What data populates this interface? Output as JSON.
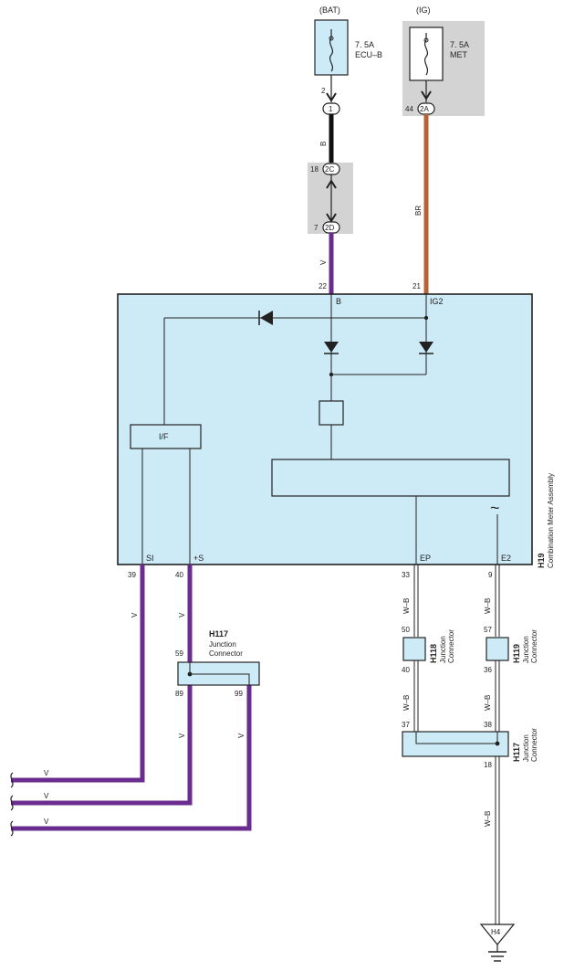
{
  "power": {
    "bat_label": "(BAT)",
    "ig_label": "(IG)",
    "fuse1_rating": "7. 5A",
    "fuse1_name": "ECU–B",
    "fuse2_rating": "7. 5A",
    "fuse2_name": "MET"
  },
  "pins": {
    "p2": "2",
    "p1": "1",
    "p18": "18",
    "c2C": "2C",
    "p7": "7",
    "c2D": "2D",
    "p44": "44",
    "c2A": "2A",
    "p22": "22",
    "p21": "21",
    "p39": "39",
    "p40": "40",
    "p33": "33",
    "p9": "9",
    "p50": "50",
    "p40b": "40",
    "p57": "57",
    "p36": "36",
    "p59": "59",
    "p89": "89",
    "p99": "99",
    "p37": "37",
    "p38": "38",
    "p18b": "18"
  },
  "wires": {
    "b": "B",
    "v": "V",
    "br": "BR",
    "wb": "W–B"
  },
  "meter": {
    "b": "B",
    "ig2": "IG2",
    "if": "I/F",
    "si": "SI",
    "plus_s": "+S",
    "ep": "EP",
    "e2": "E2",
    "tilde": "~",
    "id": "H19",
    "name": "Combination Meter Assembly"
  },
  "connectors": {
    "h117": "H117",
    "h118": "H118",
    "h119": "H119",
    "h117b": "H117",
    "junction": "Junction",
    "connector": "Connector"
  },
  "ground": {
    "label": "H4"
  },
  "colors": {
    "violet": "#6a2d8f",
    "brown": "#b5643a",
    "box_fill": "#cdeaf7",
    "shade": "#d3d3d3",
    "line": "#222222"
  }
}
